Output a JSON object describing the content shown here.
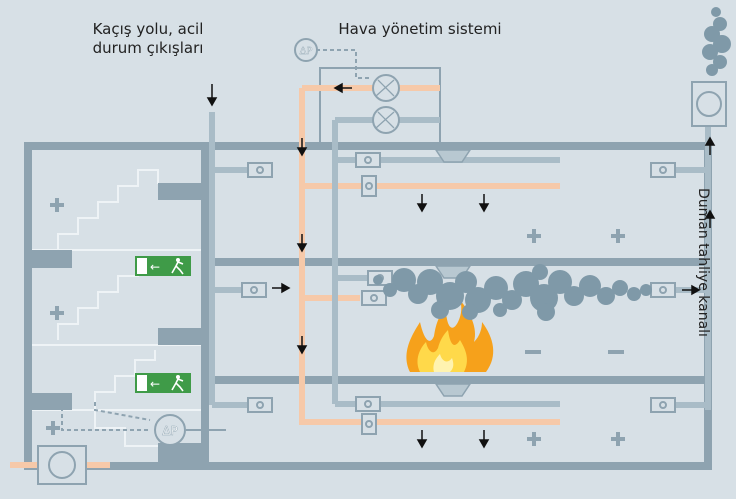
{
  "labels": {
    "escape_route": "Kaçış yolu, acil\ndurum çıkışları",
    "hvac_system": "Hava yönetim sistemi",
    "smoke_duct": "Duman tahliye kanalı",
    "delta_p": "ΔP"
  },
  "colors": {
    "background": "#d7e0e6",
    "walls": "#8ea3b0",
    "supply_duct": "#f6c9a9",
    "exhaust_duct": "#a9bcc7",
    "smoke": "#7f99a8",
    "exit_sign": "#3f9b48",
    "fire_outer": "#f6a11b",
    "fire_inner": "#ffd94a"
  },
  "icons": [
    "fan-icon",
    "damper-icon",
    "smoke-detector-icon",
    "plus-icon",
    "minus-icon",
    "exit-sign-icon",
    "flame-icon",
    "smoke-cloud-icon",
    "pressure-sensor-icon"
  ]
}
